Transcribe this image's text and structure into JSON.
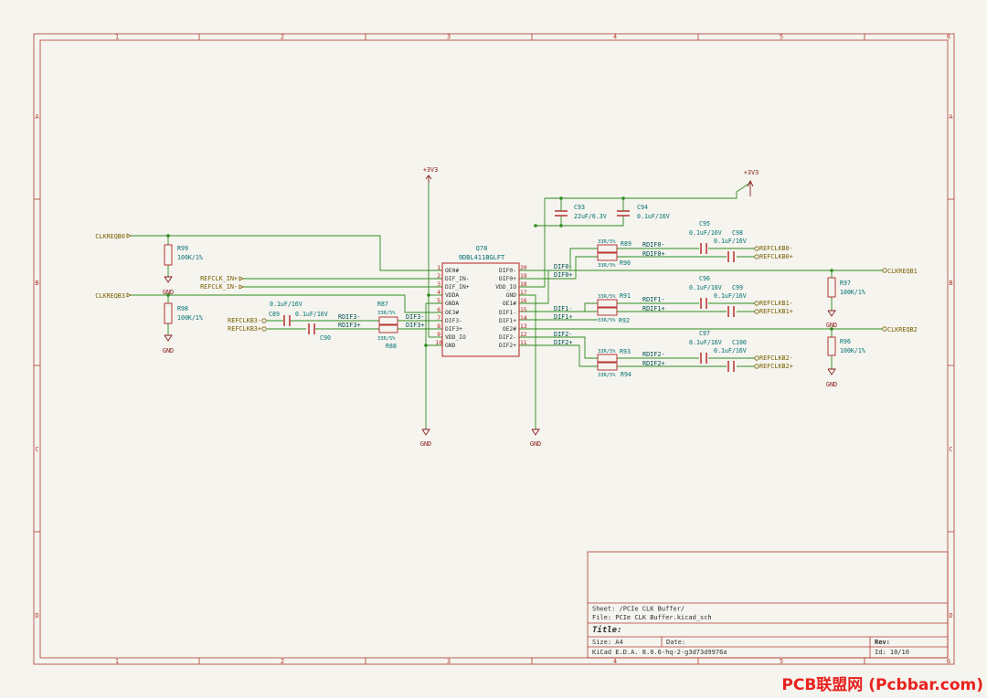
{
  "colors": {
    "background": "#f5f4ef",
    "frame": "#b03a2e",
    "wire": "#2e8b1e",
    "component": "#b22222",
    "net_label": "#006060",
    "text": "#303030",
    "ref": "#007070",
    "power": "#8a1a1a",
    "hier": "#7a6000",
    "watermark": "#e8211e"
  },
  "frame": {
    "cols": [
      "1",
      "2",
      "3",
      "4",
      "5",
      "6"
    ],
    "rows": [
      "A",
      "B",
      "C",
      "D"
    ]
  },
  "title_block": {
    "sheet": "Sheet: /PCIe CLK Buffer/",
    "file": "File: PCIe CLK Buffer.kicad_sch",
    "title": "Title:",
    "size": "Size: A4",
    "date": "Date:",
    "rev": "Rev:",
    "tool": "KiCad E.D.A. 8.0.6-hq-2-g3d73d9976a",
    "id": "Id: 10/10"
  },
  "watermark": "PCB联盟网 (Pcbbar.com)",
  "ic": {
    "ref": "Q78",
    "value": "9DBL411BGLFT",
    "pins_left": [
      {
        "num": "1",
        "name": "OE0#"
      },
      {
        "num": "2",
        "name": "DIF_IN-"
      },
      {
        "num": "3",
        "name": "DIF_IN+"
      },
      {
        "num": "4",
        "name": "VDDA"
      },
      {
        "num": "5",
        "name": "GNDA"
      },
      {
        "num": "6",
        "name": "OE3#"
      },
      {
        "num": "7",
        "name": "DIF3-"
      },
      {
        "num": "8",
        "name": "DIF3+"
      },
      {
        "num": "9",
        "name": "VDD_IO"
      },
      {
        "num": "10",
        "name": "GND"
      }
    ],
    "pins_right": [
      {
        "num": "20",
        "name": "DIF0-"
      },
      {
        "num": "19",
        "name": "DIF0+"
      },
      {
        "num": "18",
        "name": "VDD_IO"
      },
      {
        "num": "17",
        "name": "GND"
      },
      {
        "num": "16",
        "name": "OE1#"
      },
      {
        "num": "15",
        "name": "DIF1-"
      },
      {
        "num": "14",
        "name": "DIF1+"
      },
      {
        "num": "13",
        "name": "OE2#"
      },
      {
        "num": "12",
        "name": "DIF2-"
      },
      {
        "num": "11",
        "name": "DIF2+"
      }
    ]
  },
  "power": {
    "p3v3_left": "+3V3",
    "p3v3_right": "+3V3",
    "gnd": "GND"
  },
  "resistors": {
    "R99": {
      "ref": "R99",
      "value": "100K/1%"
    },
    "R98": {
      "ref": "R98",
      "value": "100K/1%"
    },
    "R97": {
      "ref": "R97",
      "value": "100K/1%"
    },
    "R96": {
      "ref": "R96",
      "value": "100K/1%"
    },
    "R87": {
      "ref": "R87",
      "value": "33R/5%"
    },
    "R88": {
      "ref": "R88",
      "value": "33R/5%"
    },
    "R89": {
      "ref": "R89",
      "value": "33R/5%"
    },
    "R90": {
      "ref": "R90",
      "value": "33R/5%"
    },
    "R91": {
      "ref": "R91",
      "value": "33R/5%"
    },
    "R92": {
      "ref": "R92",
      "value": "33R/5%"
    },
    "R93": {
      "ref": "R93",
      "value": "33R/5%"
    },
    "R94": {
      "ref": "R94",
      "value": "33R/5%"
    }
  },
  "capacitors": {
    "C93": {
      "ref": "C93",
      "value": "22uF/6.3V"
    },
    "C94": {
      "ref": "C94",
      "value": "0.1uF/16V"
    },
    "C89": {
      "ref": "C89",
      "value": "0.1uF/16V"
    },
    "C90": {
      "ref": "C90",
      "value": "0.1uF/16V"
    },
    "C95": {
      "ref": "C95",
      "value": "0.1uF/16V"
    },
    "C98": {
      "ref": "C98",
      "value": "0.1uF/16V"
    },
    "C96": {
      "ref": "C96",
      "value": "0.1uF/16V"
    },
    "C99": {
      "ref": "C99",
      "value": "0.1uF/16V"
    },
    "C97": {
      "ref": "C97",
      "value": "0.1uF/16V"
    },
    "C100": {
      "ref": "C100",
      "value": "0.1uF/16V"
    }
  },
  "hier_labels": {
    "clkreqb0": "CLKREQB0",
    "clkreqb3": "CLKREQB3",
    "clkreqb1": "CLKREQB1",
    "clkreqb2": "CLKREQB2",
    "refclk_in_p": "REFCLK_IN+",
    "refclk_in_m": "REFCLK_IN-",
    "refclkb3_m": "REFCLKB3-",
    "refclkb3_p": "REFCLKB3+",
    "refclkb0_m": "REFCLKB0-",
    "refclkb0_p": "REFCLKB0+",
    "refclkb1_m": "REFCLKB1-",
    "refclkb1_p": "REFCLKB1+",
    "refclkb2_m": "REFCLKB2-",
    "refclkb2_p": "REFCLKB2+"
  },
  "net_labels": {
    "dif0m": "DIF0-",
    "dif0p": "DIF0+",
    "dif1m": "DIF1-",
    "dif1p": "DIF1+",
    "dif2m": "DIF2-",
    "dif2p": "DIF2+",
    "dif3m": "DIF3-",
    "dif3p": "DIF3+",
    "rdif0m": "RDIF0-",
    "rdif0p": "RDIF0+",
    "rdif1m": "RDIF1-",
    "rdif1p": "RDIF1+",
    "rdif2m": "RDIF2-",
    "rdif2p": "RDIF2+",
    "rdif3m": "RDIF3-",
    "rdif3p": "RDIF3+"
  }
}
